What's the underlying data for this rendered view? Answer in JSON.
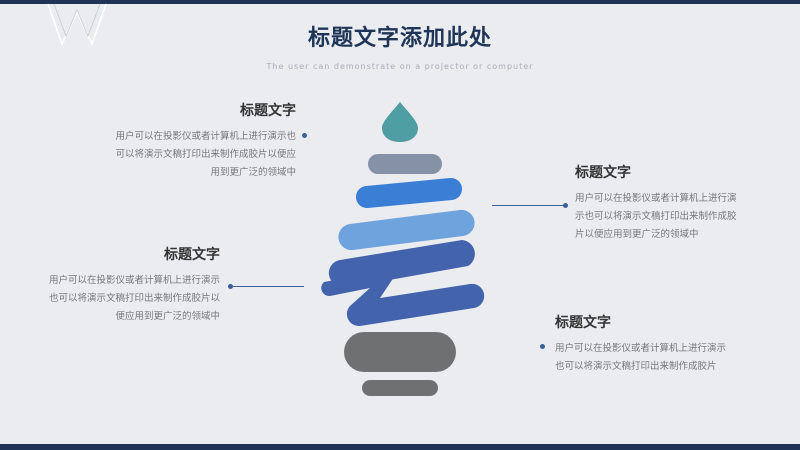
{
  "title": "标题文字添加此处",
  "subtitle": "The user can demonstrate on a projector or computer",
  "blocks": [
    {
      "heading": "标题文字",
      "lines": [
        "用户可以在投影仪或者计算机上进行演示也",
        "可以将演示文稿打印出来制作成胶片以便应",
        "用到更广泛的领域中"
      ]
    },
    {
      "heading": "标题文字",
      "lines": [
        "用户可以在投影仪或者计算机上进行演",
        "示也可以将演示文稿打印出来制作成胶",
        "片以便应用到更广泛的领域中"
      ]
    },
    {
      "heading": "标题文字",
      "lines": [
        "用户可以在投影仪或者计算机上进行演示",
        "也可以将演示文稿打印出来制作成胶片以",
        "便应用到更广泛的领域中"
      ]
    },
    {
      "heading": "标题文字",
      "lines": [
        "用户可以在投影仪或者计算机上进行演示",
        "也可以将演示文稿打印出来制作成胶片"
      ]
    }
  ],
  "colors": {
    "navy": "#1f3557",
    "drop": "#4f9ea3",
    "gray_blue": "#8592a6",
    "blue": "#3b7ed6",
    "light_blue": "#6fa3de",
    "indigo": "#4463ad",
    "base": "#6f7072"
  },
  "icons": [
    "w-logo-icon",
    "lightbulb-icon"
  ]
}
